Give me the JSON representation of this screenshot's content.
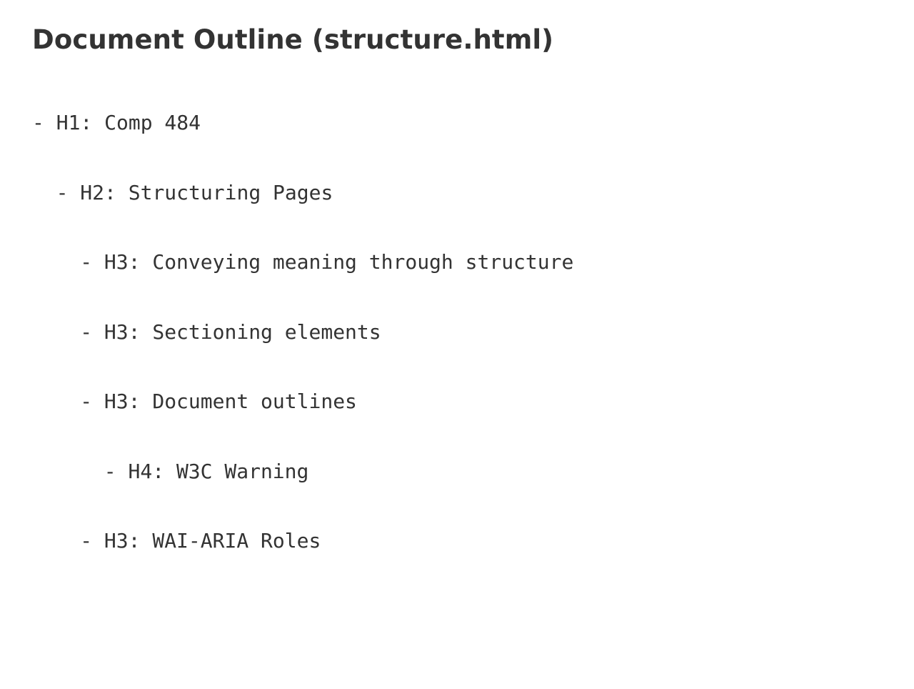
{
  "page": {
    "title": "Document Outline (structure.html)"
  },
  "outline": {
    "items": [
      {
        "level": 0,
        "text": "- H1: Comp 484"
      },
      {
        "level": 1,
        "text": "- H2: Structuring Pages"
      },
      {
        "level": 2,
        "text": "- H3: Conveying meaning through structure"
      },
      {
        "level": 2,
        "text": "- H3: Sectioning elements"
      },
      {
        "level": 2,
        "text": "- H3: Document outlines"
      },
      {
        "level": 3,
        "text": "- H4: W3C Warning"
      },
      {
        "level": 2,
        "text": "- H3: WAI-ARIA Roles"
      }
    ]
  },
  "colors": {
    "text": "#333333",
    "background": "#ffffff"
  }
}
